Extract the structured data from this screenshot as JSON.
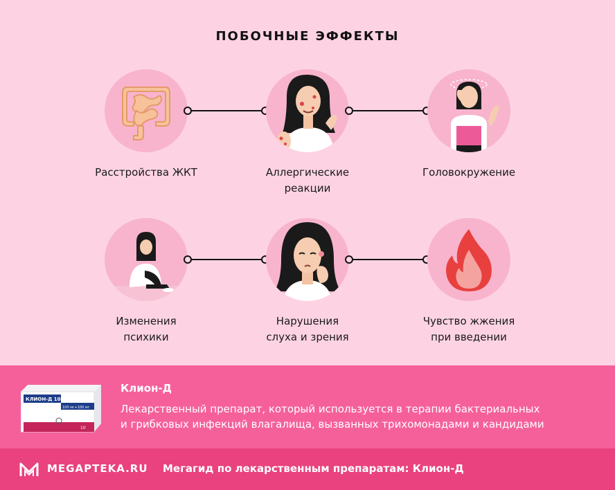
{
  "title": "ПОБОЧНЫЕ ЭФФЕКТЫ",
  "effects_row1": [
    {
      "label_line1": "Расстройства ЖКТ",
      "label_line2": "",
      "icon": "intestines-icon"
    },
    {
      "label_line1": "Аллергические",
      "label_line2": "реакции",
      "icon": "allergic-woman-icon"
    },
    {
      "label_line1": "Головокружение",
      "label_line2": "",
      "icon": "dizzy-woman-icon"
    }
  ],
  "effects_row2": [
    {
      "label_line1": "Изменения",
      "label_line2": "психики",
      "icon": "sad-woman-icon"
    },
    {
      "label_line1": "Нарушения",
      "label_line2": "слуха и зрения",
      "icon": "earache-woman-icon"
    },
    {
      "label_line1": "Чувство жжения",
      "label_line2": "при введении",
      "icon": "flame-icon"
    }
  ],
  "product": {
    "name": "Клион-Д",
    "description_line1": "Лекарственный препарат, который используется в терапии бактериальных",
    "description_line2": "и грибковых инфекций влагалища, вызванных трихомонадами и кандидами",
    "box_brand": "КЛИОН-Д 100",
    "box_dose": "100 мг+100 мг",
    "box_count": "10"
  },
  "footer": {
    "logo": "MEGAPTEKA.RU",
    "text": "Мегагид по лекарственным препаратам: Клион-Д"
  },
  "colors": {
    "background": "#fdd3e3",
    "circle": "#f8b4cd",
    "product_band": "#f5609b",
    "footer_band": "#e9427e"
  }
}
